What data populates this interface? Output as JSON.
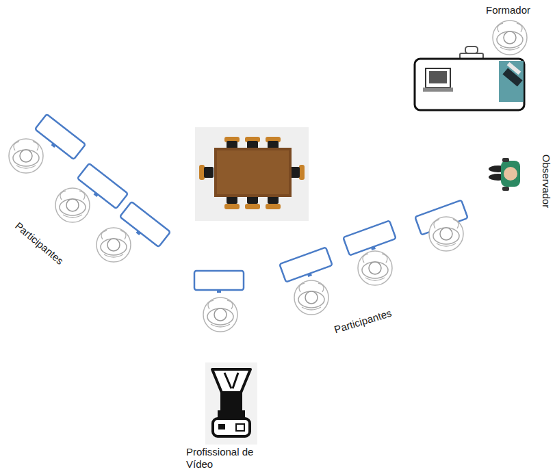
{
  "diagram": {
    "labels": [
      "Formador",
      "Observador",
      "Participantes",
      "Participantes",
      "Profissional de Vídeo"
    ]
  }
}
